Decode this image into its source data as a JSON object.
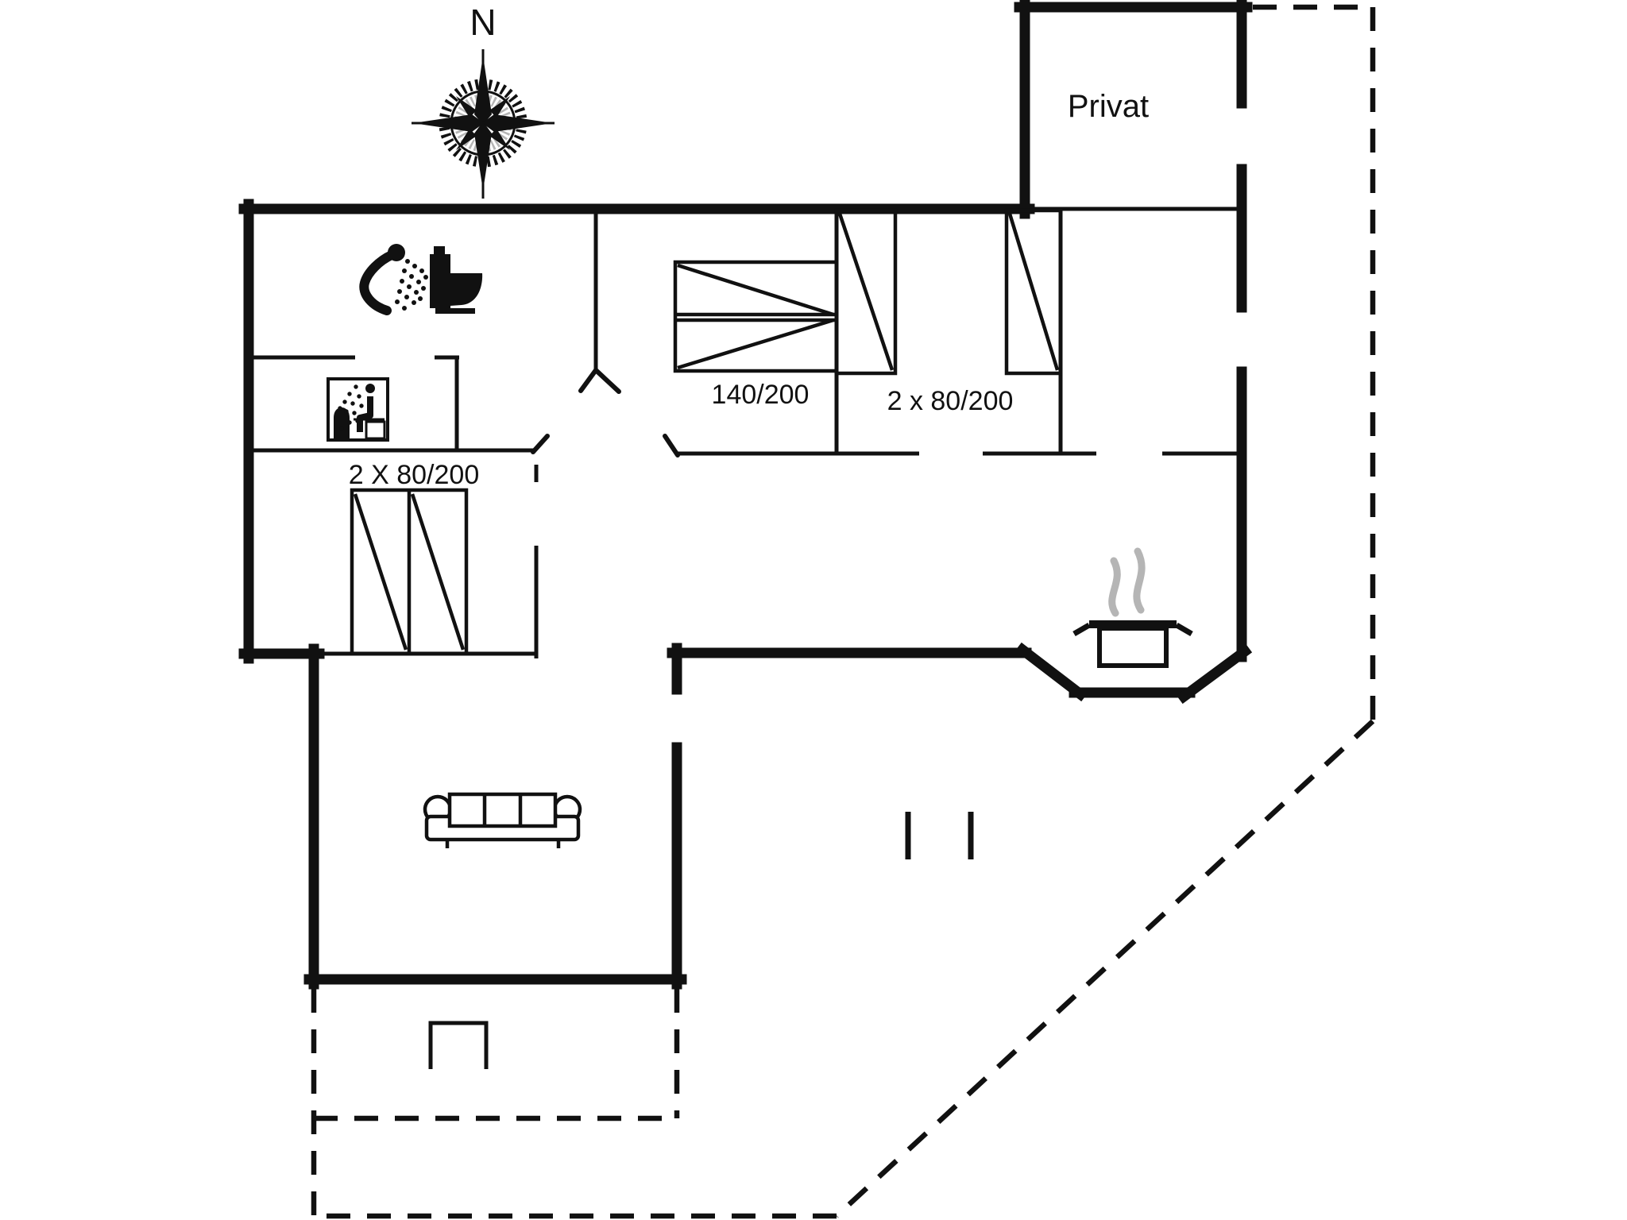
{
  "labels": {
    "north": "N",
    "privat": "Privat",
    "bed_double": "140/200",
    "bed_twin_right": "2 x 80/200",
    "bed_twin_left": "2 X 80/200"
  },
  "icons": [
    {
      "name": "compass-rose-icon",
      "meaning": "north orientation compass"
    },
    {
      "name": "shower-icon",
      "meaning": "shower in bathroom"
    },
    {
      "name": "toilet-icon",
      "meaning": "toilet in bathroom"
    },
    {
      "name": "sauna-icon",
      "meaning": "sauna room"
    },
    {
      "name": "double-bed-icon",
      "meaning": "double bed 140/200"
    },
    {
      "name": "twin-beds-right-icon",
      "meaning": "two single beds 80/200"
    },
    {
      "name": "twin-beds-left-icon",
      "meaning": "two single beds 80/200"
    },
    {
      "name": "sofa-icon",
      "meaning": "living room sofa"
    },
    {
      "name": "cooking-pot-icon",
      "meaning": "kitchen cooking area"
    },
    {
      "name": "grill-icon",
      "meaning": "terrace detail"
    }
  ],
  "colors": {
    "line": "#111111",
    "steam": "#b5b5b5",
    "background": "#ffffff"
  }
}
